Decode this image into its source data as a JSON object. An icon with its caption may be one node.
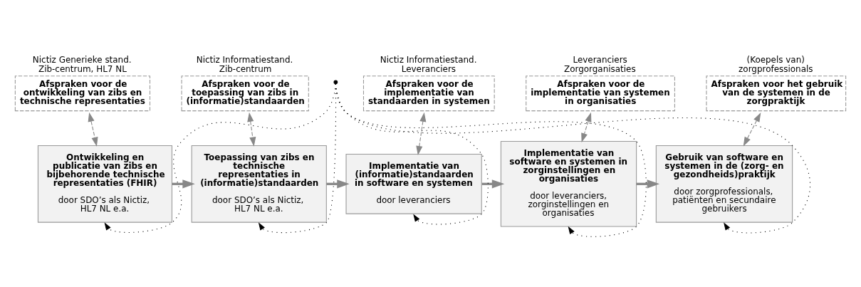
{
  "diagram": {
    "nodes": [
      {
        "text": [
          "Nictiz Generieke stand. Zib-centrum, HL7 NL",
          "Afspraken voor de ontwikkeling van zibs en technische representaties"
        ]
      },
      {
        "text": [
          "Nictiz Informatiestand. Zib-centrum",
          "Afspraken voor de toepassing van zibs in (informatie)standaarden"
        ]
      },
      {
        "text": [
          "Nictiz Informatiestand. Leveranciers",
          "Afspraken voor de implementatie van standaarden in systemen"
        ]
      },
      {
        "text": [
          "Leveranciers Zorgorganisaties",
          "Afspraken voor de implementatie van systemen in organisaties"
        ]
      },
      {
        "text": [
          "(Koepels van) zorgprofessionals",
          "Afspraken voor het gebruik van de systemen in de zorgpraktijk"
        ]
      },
      {
        "text": [
          "Ontwikkeling en publicatie van zibs en bijbehorende technische representaties (FHIR)",
          "door SDO’s als Nictiz, HL7 NL e.a."
        ]
      },
      {
        "text": [
          "Toepassing van zibs en technische representaties in (informatie)standaarden",
          "door SDO’s als Nictiz, HL7 NL e.a."
        ]
      },
      {
        "text": [
          "Implementatie van (informatie)standaarden in software en systemen",
          "door leveranciers"
        ]
      },
      {
        "text": [
          "Implementatie van software en systemen in zorginstellingen en organisaties",
          "door leveranciers, zorginstellingen en organisaties"
        ]
      },
      {
        "text": [
          "Gebruik van software en systemen in de (zorg- en gezondheids)praktijk",
          "door zorgprofessionals, patiënten en secundaire gebruikers"
        ]
      },
      {
        "text": [],
        "shape": "point"
      }
    ],
    "edges": [
      {
        "from": 0,
        "to": 5,
        "arrow": "both",
        "style": "dashed"
      },
      {
        "from": 1,
        "to": 6,
        "arrow": "both",
        "style": "dashed"
      },
      {
        "from": 2,
        "to": 7,
        "arrow": "both",
        "style": "dashed"
      },
      {
        "from": 3,
        "to": 8,
        "arrow": "both",
        "style": "dashed"
      },
      {
        "from": 4,
        "to": 9,
        "arrow": "both",
        "style": "dashed"
      },
      {
        "from": 5,
        "to": 6,
        "arrow": "to",
        "style": "thick"
      },
      {
        "from": 6,
        "to": 7,
        "arrow": "to",
        "style": "thick"
      },
      {
        "from": 7,
        "to": 8,
        "arrow": "to",
        "style": "thick"
      },
      {
        "from": 8,
        "to": 9,
        "arrow": "to",
        "style": "thick"
      },
      {
        "from": 10,
        "to": 5,
        "arrow": "to",
        "style": "dashed",
        "color": "#000000"
      },
      {
        "from": 10,
        "to": 6,
        "arrow": "to",
        "style": "dashed",
        "color": "#000000"
      },
      {
        "from": 10,
        "to": 7,
        "arrow": "to",
        "style": "dashed",
        "color": "#000000"
      },
      {
        "from": 10,
        "to": 8,
        "arrow": "to",
        "style": "dashed",
        "color": "#000000"
      },
      {
        "from": 10,
        "to": 9,
        "arrow": "to",
        "style": "dashed",
        "color": "#000000"
      }
    ]
  }
}
